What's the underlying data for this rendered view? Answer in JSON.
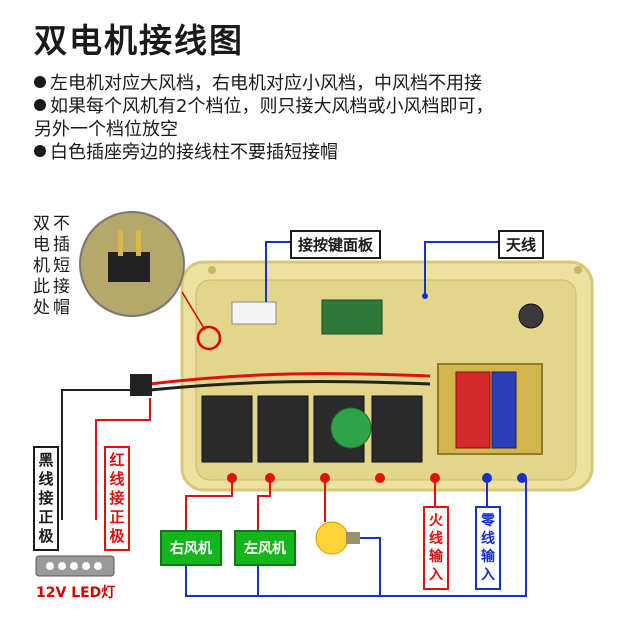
{
  "title": "双电机接线图",
  "notes": [
    "左电机对应大风档，右电机对应小风档，中风档不用接",
    "如果每个风机有2个档位，则只接大风档或小风档即可，",
    "另外一个档位放空",
    "白色插座旁边的接线柱不要插短接帽"
  ],
  "side_note_col1": [
    "双",
    "电",
    "机",
    "此",
    "处"
  ],
  "side_note_col2": [
    "不",
    "插",
    "短",
    "接",
    "帽"
  ],
  "callouts": {
    "panel": "接按键面板",
    "antenna": "天线"
  },
  "wire_labels": {
    "black": [
      "黑",
      "线",
      "接",
      "正",
      "极"
    ],
    "red": [
      "红",
      "线",
      "接",
      "正",
      "极"
    ],
    "live": [
      "火",
      "线",
      "输",
      "入"
    ],
    "neutral": [
      "零",
      "线",
      "输",
      "入"
    ]
  },
  "loads": {
    "right_fan": "右风机",
    "left_fan": "左风机"
  },
  "led_label": "12V LED灯",
  "colors": {
    "board": "#ece1a0",
    "board_edge": "#d8c873",
    "relay": "#2b2b2b",
    "wire_blue": "#1a2fd0",
    "wire_red": "#e01010",
    "fan_green": "#14b51d",
    "marker_red": "#e51010"
  }
}
